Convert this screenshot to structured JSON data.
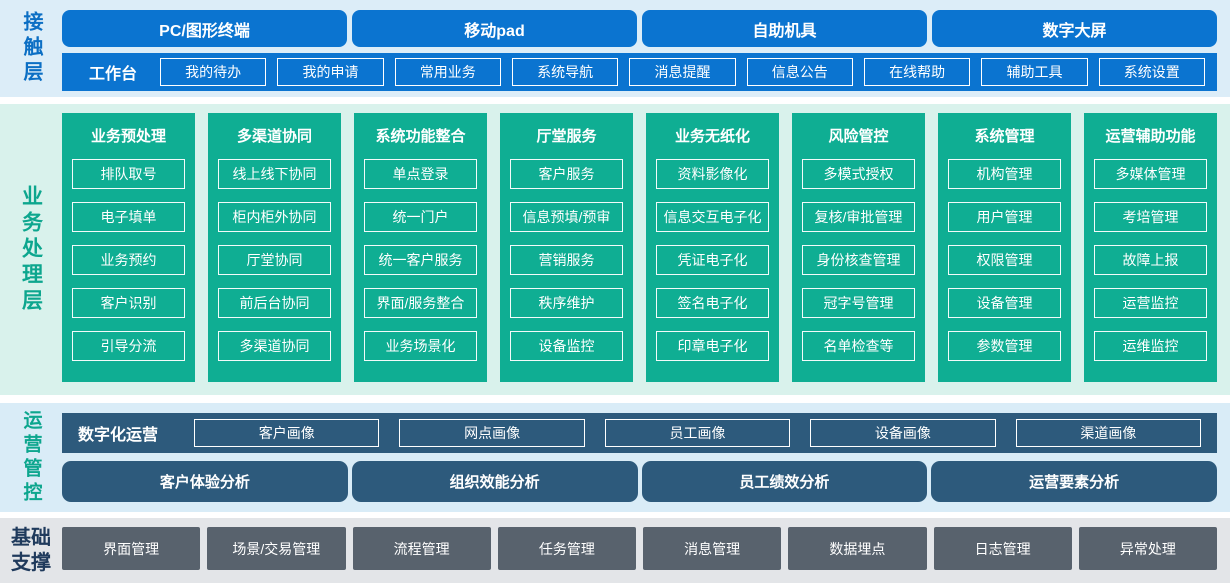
{
  "colors": {
    "blue": "#0b74d0",
    "teal": "#0fae93",
    "slate_blue": "#2d5a7c",
    "gray": "#58626d",
    "band_blue_bg": "#dcedf8",
    "band_green_bg": "#d9f2ec",
    "band_ops_bg": "#d9ecf7",
    "band_gray_bg": "#e3e5e8"
  },
  "contact": {
    "layer_label": "接触层",
    "devices": [
      "PC/图形终端",
      "移动pad",
      "自助机具",
      "数字大屏"
    ],
    "workbench_label": "工作台",
    "workbench_items": [
      "我的待办",
      "我的申请",
      "常用业务",
      "系统导航",
      "消息提醒",
      "信息公告",
      "在线帮助",
      "辅助工具",
      "系统设置"
    ]
  },
  "process": {
    "layer_label": "业务处理层",
    "columns": [
      {
        "title": "业务预处理",
        "items": [
          "排队取号",
          "电子填单",
          "业务预约",
          "客户识别",
          "引导分流"
        ]
      },
      {
        "title": "多渠道协同",
        "items": [
          "线上线下协同",
          "柜内柜外协同",
          "厅堂协同",
          "前后台协同",
          "多渠道协同"
        ]
      },
      {
        "title": "系统功能整合",
        "items": [
          "单点登录",
          "统一门户",
          "统一客户服务",
          "界面/服务整合",
          "业务场景化"
        ]
      },
      {
        "title": "厅堂服务",
        "items": [
          "客户服务",
          "信息预填/预审",
          "营销服务",
          "秩序维护",
          "设备监控"
        ]
      },
      {
        "title": "业务无纸化",
        "items": [
          "资料影像化",
          "信息交互电子化",
          "凭证电子化",
          "签名电子化",
          "印章电子化"
        ]
      },
      {
        "title": "风险管控",
        "items": [
          "多模式授权",
          "复核/审批管理",
          "身份核查管理",
          "冠字号管理",
          "名单检查等"
        ]
      },
      {
        "title": "系统管理",
        "items": [
          "机构管理",
          "用户管理",
          "权限管理",
          "设备管理",
          "参数管理"
        ]
      },
      {
        "title": "运营辅助功能",
        "items": [
          "多媒体管理",
          "考培管理",
          "故障上报",
          "运营监控",
          "运维监控"
        ]
      }
    ]
  },
  "ops": {
    "layer_label": "运营管控",
    "digital_label": "数字化运营",
    "portraits": [
      "客户画像",
      "网点画像",
      "员工画像",
      "设备画像",
      "渠道画像"
    ],
    "analytics": [
      "客户体验分析",
      "组织效能分析",
      "员工绩效分析",
      "运营要素分析"
    ]
  },
  "base": {
    "layer_label": "基础支撑",
    "items": [
      "界面管理",
      "场景/交易管理",
      "流程管理",
      "任务管理",
      "消息管理",
      "数据埋点",
      "日志管理",
      "异常处理"
    ]
  }
}
